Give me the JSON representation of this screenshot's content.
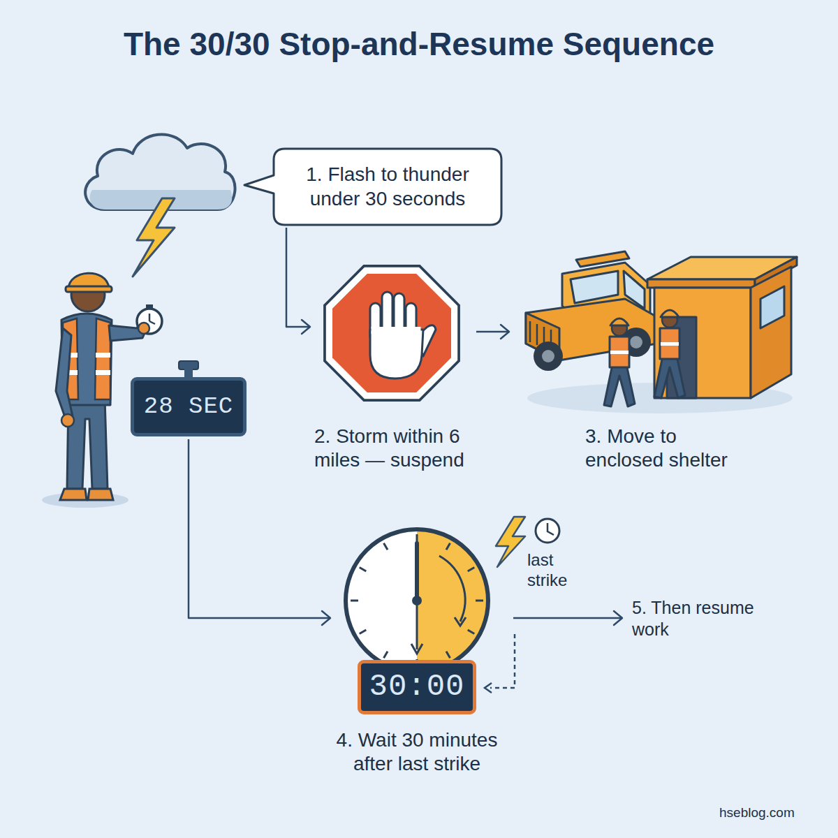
{
  "diagram": {
    "title": "The 30/30 Stop-and-Resume Sequence",
    "nodes": [
      {
        "text": [
          "1. Flash to thunder under 30 seconds"
        ]
      },
      {
        "text": [
          "2. Storm within 6 miles — suspend"
        ]
      },
      {
        "text": [
          "3. Move to enclosed shelter"
        ]
      },
      {
        "text": [
          "28 SEC"
        ]
      },
      {
        "text": [
          "4. Wait 30 minutes after last strike"
        ]
      },
      {
        "text": [
          "30:00"
        ],
        "in": 4
      },
      {
        "text": [
          "5. Then resume work"
        ]
      }
    ],
    "edges": [
      {
        "from": 0,
        "to": 1,
        "arrow": "to"
      },
      {
        "from": 1,
        "to": 2,
        "arrow": "to"
      },
      {
        "from": 3,
        "to": 4,
        "arrow": "to"
      },
      {
        "from": 4,
        "to": 6,
        "arrow": "to"
      }
    ],
    "labels": [
      "last strike",
      "hseblog.com"
    ]
  }
}
